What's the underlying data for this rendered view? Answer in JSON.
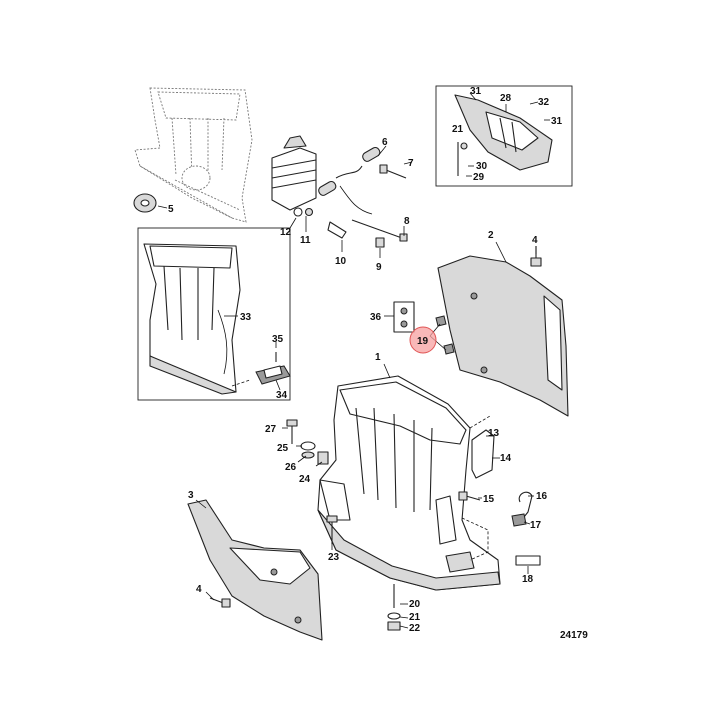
{
  "diagram": {
    "reference_number": "24179",
    "highlighted_callout": "19",
    "highlight_color": "#f7a0a0",
    "callouts": [
      {
        "id": "1",
        "label": "1"
      },
      {
        "id": "2",
        "label": "2"
      },
      {
        "id": "3",
        "label": "3"
      },
      {
        "id": "4a",
        "label": "4"
      },
      {
        "id": "4b",
        "label": "4"
      },
      {
        "id": "5",
        "label": "5"
      },
      {
        "id": "6",
        "label": "6"
      },
      {
        "id": "7",
        "label": "7"
      },
      {
        "id": "8",
        "label": "8"
      },
      {
        "id": "9",
        "label": "9"
      },
      {
        "id": "10",
        "label": "10"
      },
      {
        "id": "11",
        "label": "11"
      },
      {
        "id": "12",
        "label": "12"
      },
      {
        "id": "13",
        "label": "13"
      },
      {
        "id": "14",
        "label": "14"
      },
      {
        "id": "15",
        "label": "15"
      },
      {
        "id": "16",
        "label": "16"
      },
      {
        "id": "17",
        "label": "17"
      },
      {
        "id": "18",
        "label": "18"
      },
      {
        "id": "19",
        "label": "19"
      },
      {
        "id": "20",
        "label": "20"
      },
      {
        "id": "21a",
        "label": "21"
      },
      {
        "id": "21b",
        "label": "21"
      },
      {
        "id": "22",
        "label": "22"
      },
      {
        "id": "23",
        "label": "23"
      },
      {
        "id": "24",
        "label": "24"
      },
      {
        "id": "25",
        "label": "25"
      },
      {
        "id": "26",
        "label": "26"
      },
      {
        "id": "27",
        "label": "27"
      },
      {
        "id": "28",
        "label": "28"
      },
      {
        "id": "29",
        "label": "29"
      },
      {
        "id": "30",
        "label": "30"
      },
      {
        "id": "31a",
        "label": "31"
      },
      {
        "id": "31b",
        "label": "31"
      },
      {
        "id": "32",
        "label": "32"
      },
      {
        "id": "33",
        "label": "33"
      },
      {
        "id": "34",
        "label": "34"
      },
      {
        "id": "35",
        "label": "35"
      },
      {
        "id": "36",
        "label": "36"
      }
    ]
  }
}
